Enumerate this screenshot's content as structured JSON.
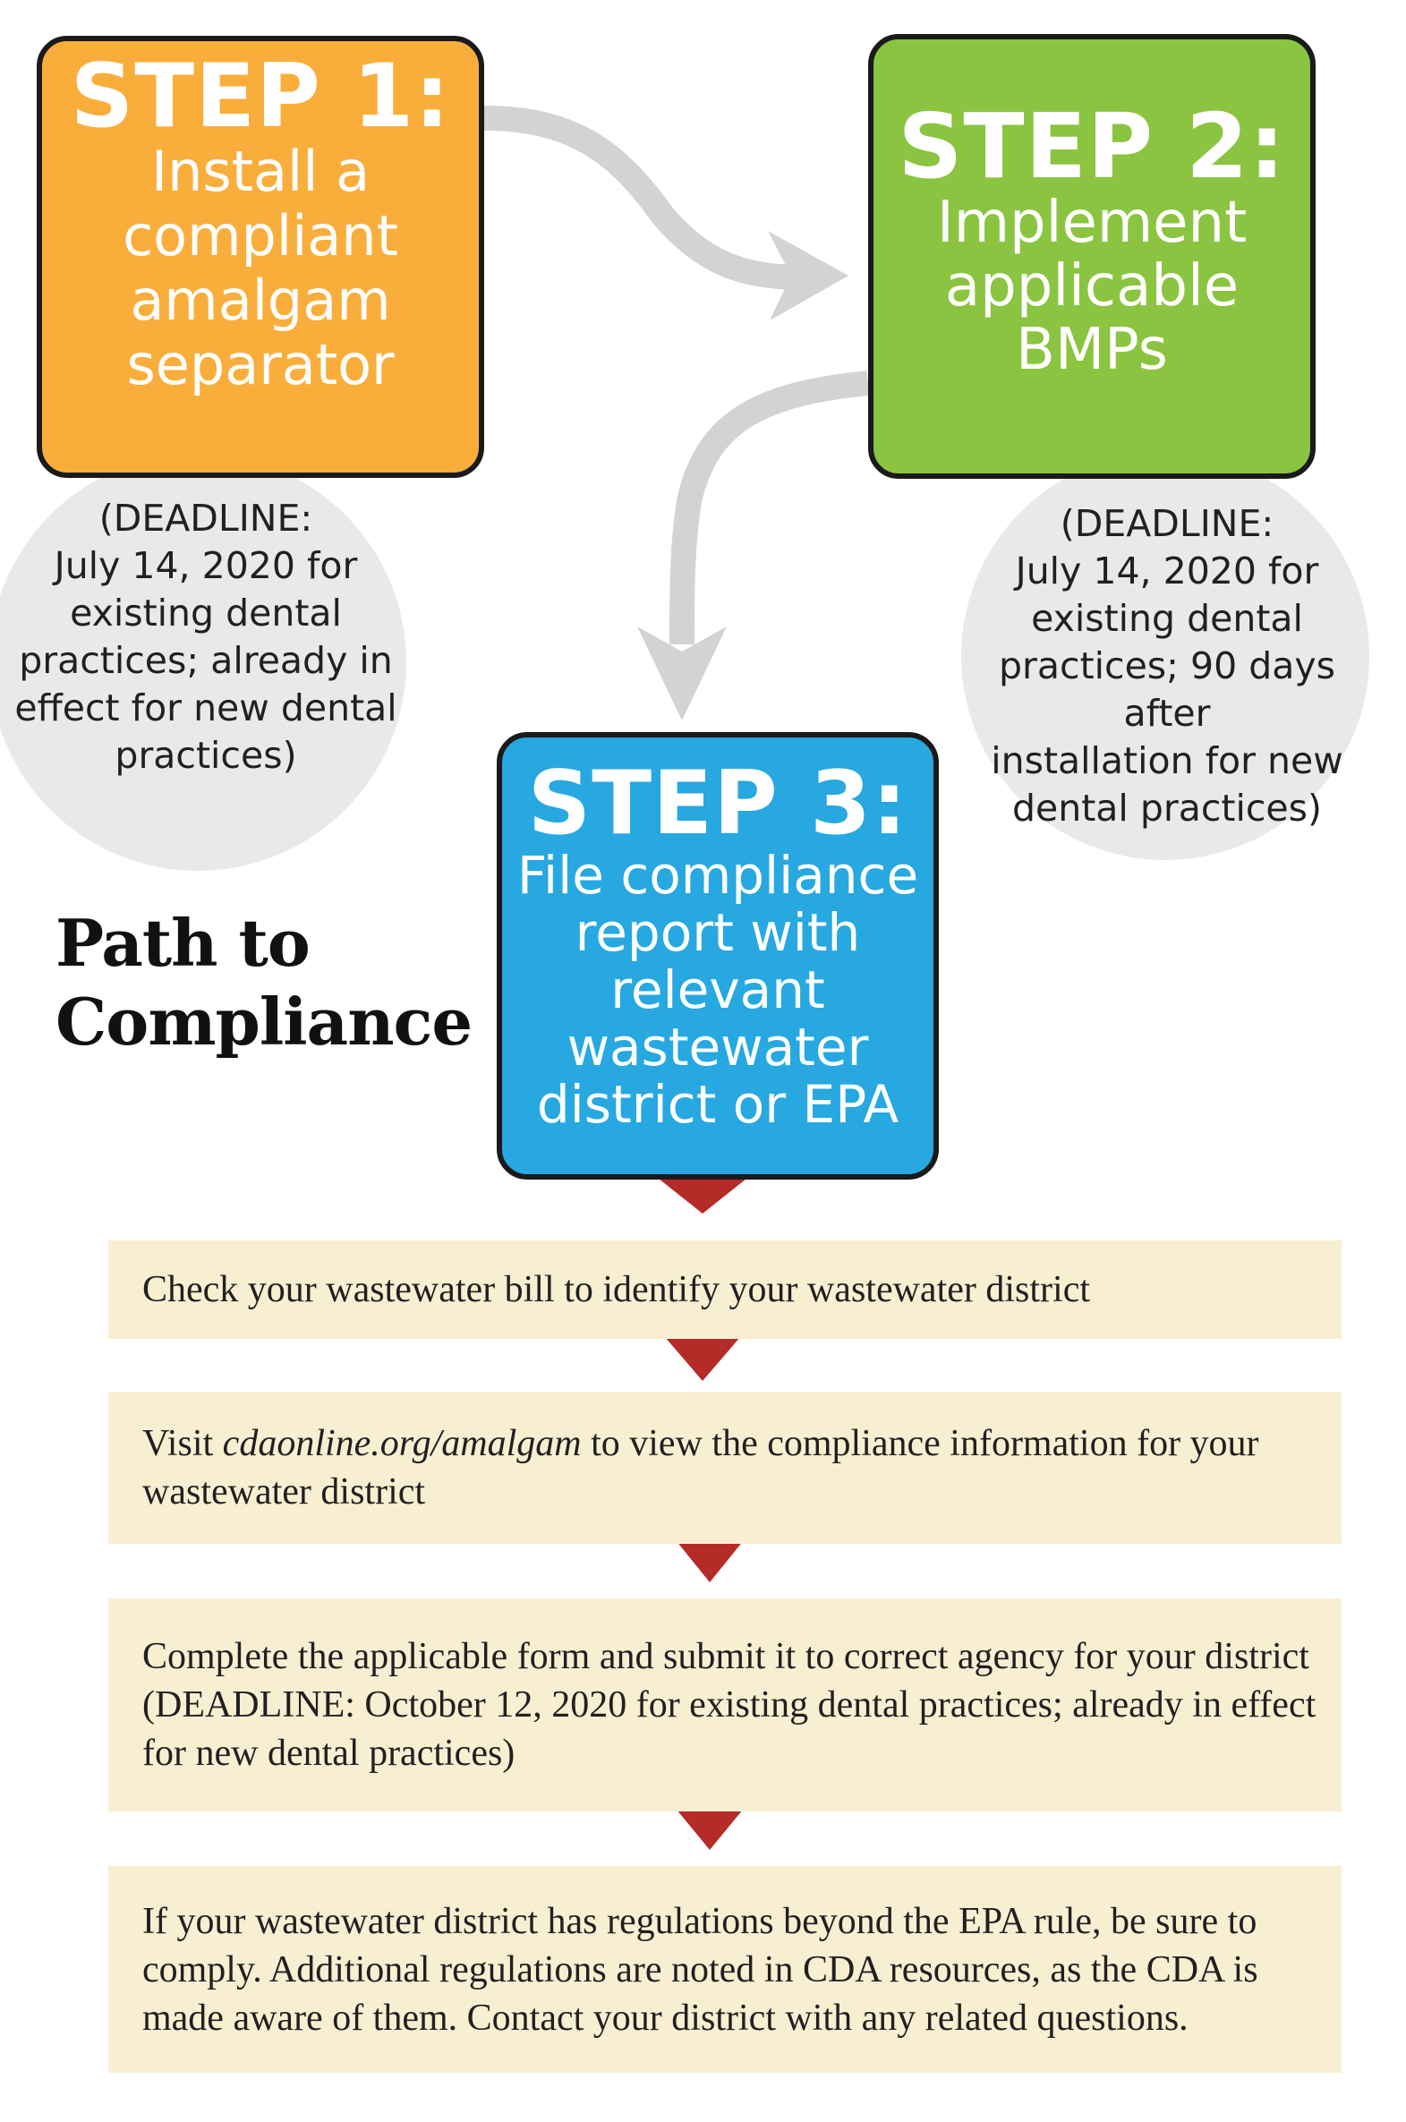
{
  "colors": {
    "step1": "#f9ae3c",
    "step2": "#8bc440",
    "step3": "#27a8e0",
    "arrow": "#d1d3d4",
    "deadline_circle": "#e9e9e9",
    "info_box": "#f8efd2",
    "down_triangle": "#b52b27"
  },
  "steps": [
    {
      "title": "STEP 1:",
      "description": "Install a\ncompliant\namalgam\nseparator"
    },
    {
      "title": "STEP 2:",
      "description": "Implement\napplicable\nBMPs"
    },
    {
      "title": "STEP 3:",
      "description": "File compliance\nreport with\nrelevant\nwastewater\ndistrict or EPA"
    }
  ],
  "deadlines": [
    {
      "text": "(DEADLINE:\nJuly 14, 2020 for\nexisting dental\npractices; already in\neffect for new dental\npractices)"
    },
    {
      "text": "(DEADLINE:\nJuly 14, 2020 for\nexisting dental\npractices; 90 days after\ninstallation for new\ndental practices)"
    }
  ],
  "page_title": "Path to\nCompliance",
  "info_steps": [
    {
      "text": "Check your wastewater bill to identify your wastewater district"
    },
    {
      "before": "Visit ",
      "link": "cdaonline.org/amalgam",
      "after": " to view the compliance information for your wastewater district"
    },
    {
      "text": "Complete the applicable form and submit it to correct agency for your district (DEADLINE: October 12, 2020 for existing dental practices; already in effect for new dental practices)"
    },
    {
      "text": "If your wastewater district has regulations beyond the EPA rule, be sure to comply. Additional regulations are noted in CDA resources, as the CDA is made aware of them. Contact your district with any related questions."
    }
  ]
}
